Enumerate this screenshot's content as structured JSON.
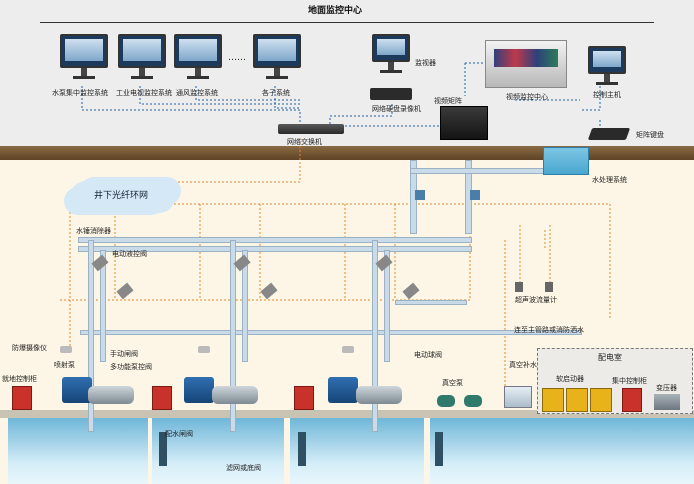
{
  "labels": {
    "top_title": "地面监控中心",
    "pump_central": "水泵集中监控系统",
    "industrial_tv": "工业电视监控系统",
    "ventilation": "通风监控系统",
    "subsystems": "各子系统",
    "monitor": "监视器",
    "nvr": "网络硬盘录像机",
    "video_matrix": "视频矩阵",
    "video_center": "视频监控中心",
    "control_host": "控制主机",
    "matrix_keyboard": "矩阵键盘",
    "network_switch": "网络交换机",
    "fiber_ring": "井下光纤环网",
    "water_treatment": "水处理系统",
    "water_hammer": "水锤消除器",
    "electric_valve": "电动液控阀",
    "ultrasonic_meter": "超声波流量计",
    "to_main_pipe": "连至主管路或消防洒水",
    "explosion_camera": "防爆摄像仪",
    "manual_gate": "手动闸阀",
    "multi_check": "多功能泵控阀",
    "jet_pump": "喷射泵",
    "local_cabinet": "就地控制柜",
    "electric_ball": "电动球阀",
    "vacuum_pump": "真空泵",
    "vacuum_tank": "真空补水箱",
    "distribution_room": "配电室",
    "soft_starter": "软启动器",
    "central_cabinet": "集中控制柜",
    "transformer": "变压器",
    "water_gate": "配水闸阀",
    "filter_valve": "滤网或底阀",
    "dots": "……"
  }
}
